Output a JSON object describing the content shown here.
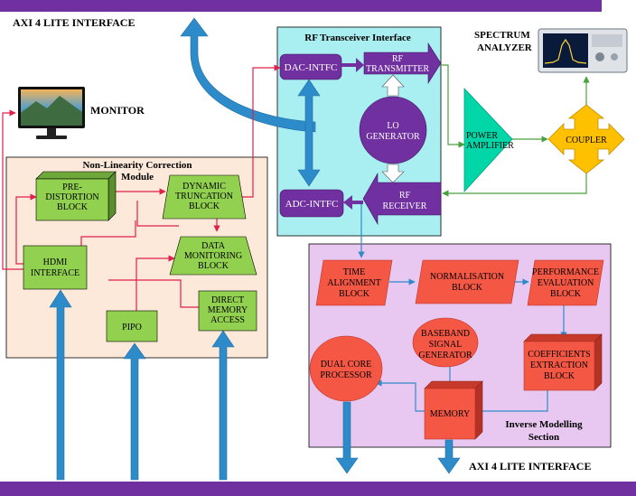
{
  "top_bus_label": "AXI 4 LITE INTERFACE",
  "bottom_bus_label": "AXI 4 LITE INTERFACE",
  "monitor_label": "MONITOR",
  "spectrum_analyzer_label": [
    "SPECTRUM",
    "ANALYZER"
  ],
  "nlc_module": {
    "title": [
      "Non-Linearity Correction",
      "Module"
    ],
    "blocks": {
      "predistortion": [
        "PRE-",
        "DISTORTION",
        "BLOCK"
      ],
      "dynamic_truncation": [
        "DYNAMIC",
        "TRUNCATION",
        "BLOCK"
      ],
      "data_monitoring": [
        "DATA",
        "MONITORING",
        "BLOCK"
      ],
      "hdmi": [
        "HDMI",
        "INTERFACE"
      ],
      "direct_memory_access": [
        "DIRECT",
        "MEMORY",
        "ACCESS"
      ],
      "pipo": [
        "PIPO"
      ]
    }
  },
  "rf_interface": {
    "title": "RF Transceiver Interface",
    "dac": "DAC-INTFC",
    "adc": "ADC-INTFC",
    "rf_transmitter": [
      "RF",
      "TRANSMITTER"
    ],
    "rf_receiver": [
      "RF",
      "RECEIVER"
    ],
    "lo_generator": [
      "LO",
      "GENERATOR"
    ]
  },
  "power_amplifier": [
    "POWER",
    "AMPLIFIER"
  ],
  "coupler": "COUPLER",
  "inverse_modelling": {
    "title": [
      "Inverse Modelling",
      "Section"
    ],
    "time_alignment": [
      "TIME",
      "ALIGNMENT",
      "BLOCK"
    ],
    "normalisation": [
      "NORMALISATION",
      "BLOCK"
    ],
    "performance_evaluation": [
      "PERFORMANCE",
      "EVALUATION",
      "BLOCK"
    ],
    "coefficients_extraction": [
      "COEFFICIENTS",
      "EXTRACTION",
      "BLOCK"
    ],
    "baseband_generator": [
      "BASEBAND",
      "SIGNAL",
      "GENERATOR"
    ],
    "dual_core": [
      "DUAL CORE",
      "PROCESSOR"
    ],
    "memory": [
      "MEMORY"
    ]
  },
  "colors": {
    "bus": "#7030a0",
    "bus_arrow": "#2e8bc9",
    "nlc_bg": "#fde9d9",
    "nlc_block": "#92d050",
    "rf_bg": "#a9eef0",
    "rf_block": "#7030a0",
    "inverse_bg": "#e8c8f0",
    "inverse_block": "#f45744",
    "pa": "#00d6a8",
    "coupler": "#ffc000",
    "signal_red": "#e0204a",
    "signal_green": "#4aa03e",
    "signal_blue": "#2e8bc9"
  }
}
